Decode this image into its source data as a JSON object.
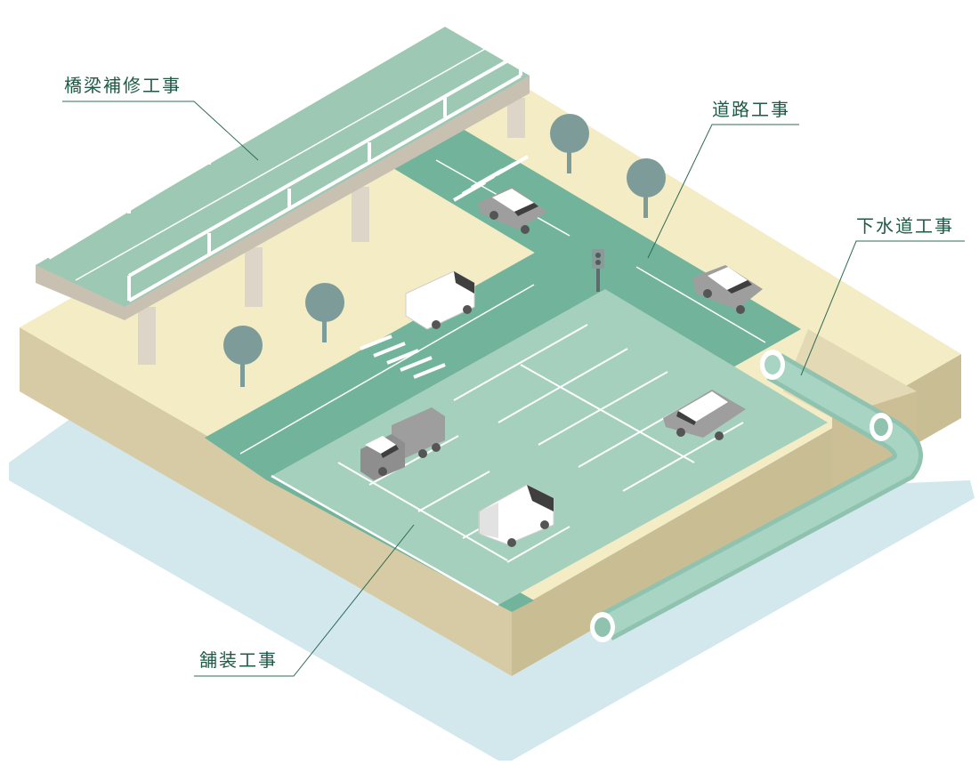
{
  "labels": {
    "bridge": "橋梁補修工事",
    "road": "道路工事",
    "sewer": "下水道工事",
    "paving": "舗装工事"
  },
  "colors": {
    "water": "#d2e8ec",
    "ground_top": "#f3ecc4",
    "ground_side": "#d6cba5",
    "road": "#72b39c",
    "parking": "#a4d0bd",
    "bridge_deck": "#9dc8b3",
    "bridge_structure": "#d8d2c5",
    "label_text": "#1f5a45",
    "leader_line": "#2f6b55",
    "pipe": "#a8d4c4",
    "tree": "#7d9b98"
  }
}
